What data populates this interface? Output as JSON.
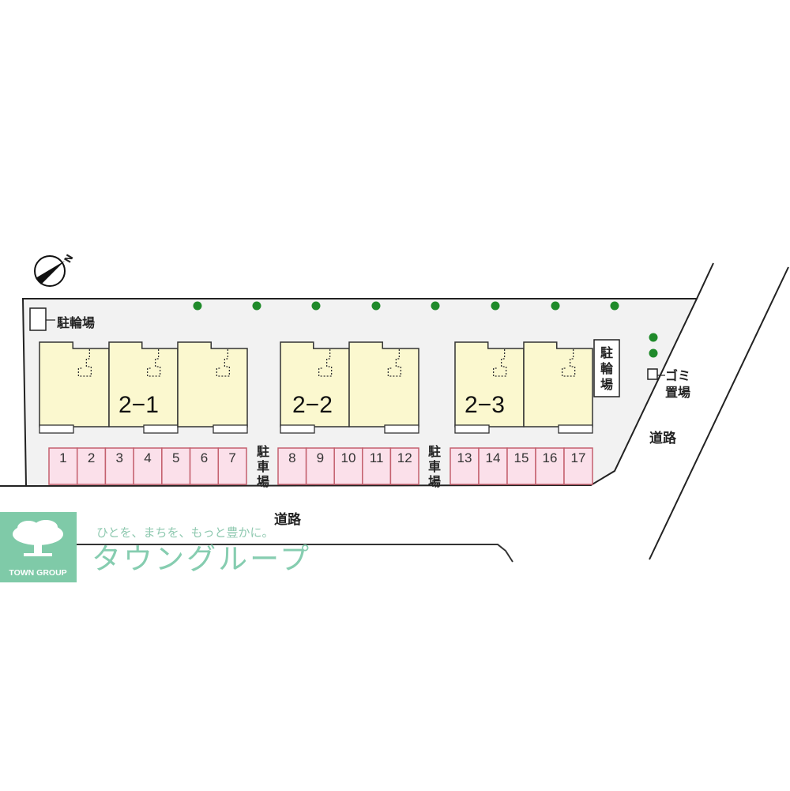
{
  "colors": {
    "lot": "#f2f2f2",
    "building": "#fbf8cf",
    "parking": "#fbe0ea",
    "parking_border": "#c4606e",
    "tree": "#1f8a2a",
    "logo": "#7fcaa8"
  },
  "compass": {
    "label": "N",
    "icon": "north-arrow-icon"
  },
  "bicycle_parking": "駐輪場",
  "bicycle_parking_2": [
    "駐",
    "輪",
    "場"
  ],
  "garbage": [
    "ゴミ",
    "置場"
  ],
  "road_right": "道路",
  "road_bottom": "道路",
  "car_parking_label": [
    "駐",
    "車",
    "場"
  ],
  "buildings": [
    {
      "name": "2−1"
    },
    {
      "name": "2−2"
    },
    {
      "name": "2−3"
    }
  ],
  "parking_spaces": [
    "1",
    "2",
    "3",
    "4",
    "5",
    "6",
    "7",
    "8",
    "9",
    "10",
    "11",
    "12",
    "13",
    "14",
    "15",
    "16",
    "17"
  ],
  "logo": {
    "tagline": "ひとを、まちを、もっと豊かに。",
    "brand_jp": "タウングループ",
    "brand_en": "TOWN GROUP"
  }
}
